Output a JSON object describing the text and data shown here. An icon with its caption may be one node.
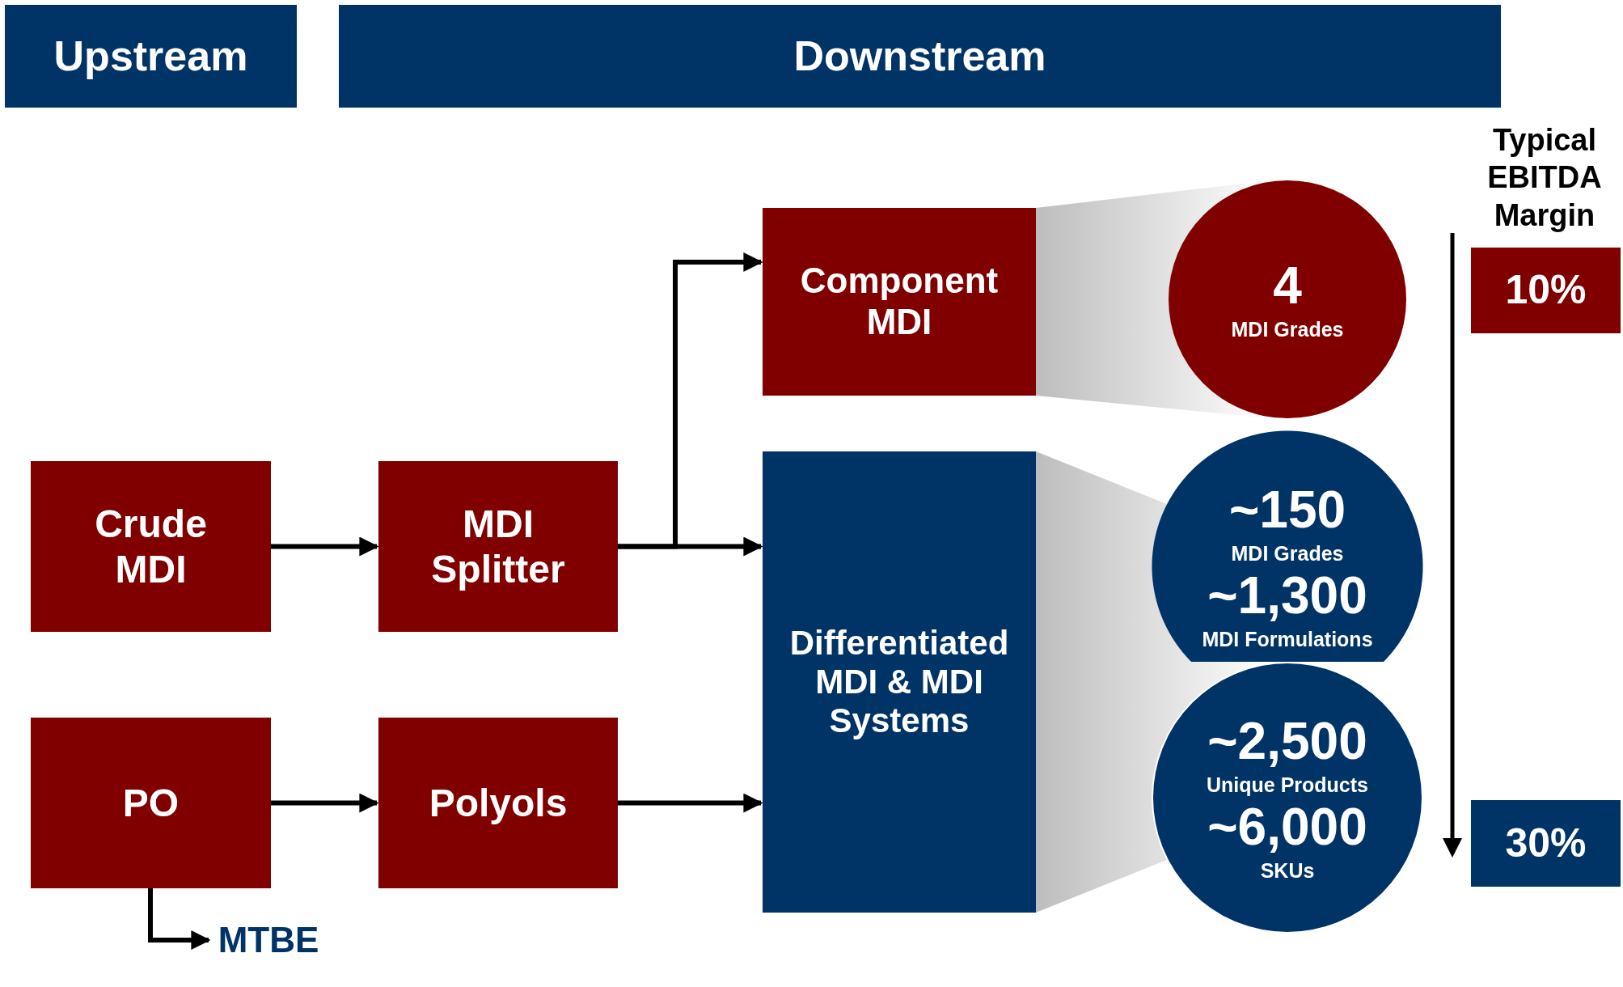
{
  "diagram": {
    "nodes": [
      {
        "text": [
          "Upstream"
        ]
      },
      {
        "text": [
          "Downstream"
        ]
      },
      {
        "text": [
          "Crude MDI"
        ]
      },
      {
        "text": [
          "MDI Splitter"
        ]
      },
      {
        "text": [
          "PO"
        ]
      },
      {
        "text": [
          "Polyols"
        ]
      },
      {
        "text": [
          "MTBE"
        ]
      },
      {
        "text": [
          "Component MDI"
        ]
      },
      {
        "text": [
          "Differentiated MDI & MDI Systems"
        ]
      },
      {
        "text": [
          "4",
          "MDI Grades"
        ]
      },
      {
        "text": [
          "~150",
          "MDI Grades",
          "~1,300",
          "MDI Formulations"
        ]
      },
      {
        "text": [
          "~2,500",
          "Unique Products",
          "~6,000",
          "SKUs"
        ]
      },
      {
        "text": [
          "10%"
        ]
      },
      {
        "text": [
          "30%"
        ]
      }
    ],
    "edges": [
      {
        "from": 2,
        "to": 3,
        "arrow": "to"
      },
      {
        "from": 3,
        "to": 7,
        "arrow": "to"
      },
      {
        "from": 3,
        "to": 8,
        "arrow": "to"
      },
      {
        "from": 4,
        "to": 5,
        "arrow": "to"
      },
      {
        "from": 5,
        "to": 8,
        "arrow": "to"
      },
      {
        "from": 4,
        "to": 6,
        "arrow": "to"
      }
    ],
    "labels": [
      "Typical EBITDA Margin"
    ]
  }
}
